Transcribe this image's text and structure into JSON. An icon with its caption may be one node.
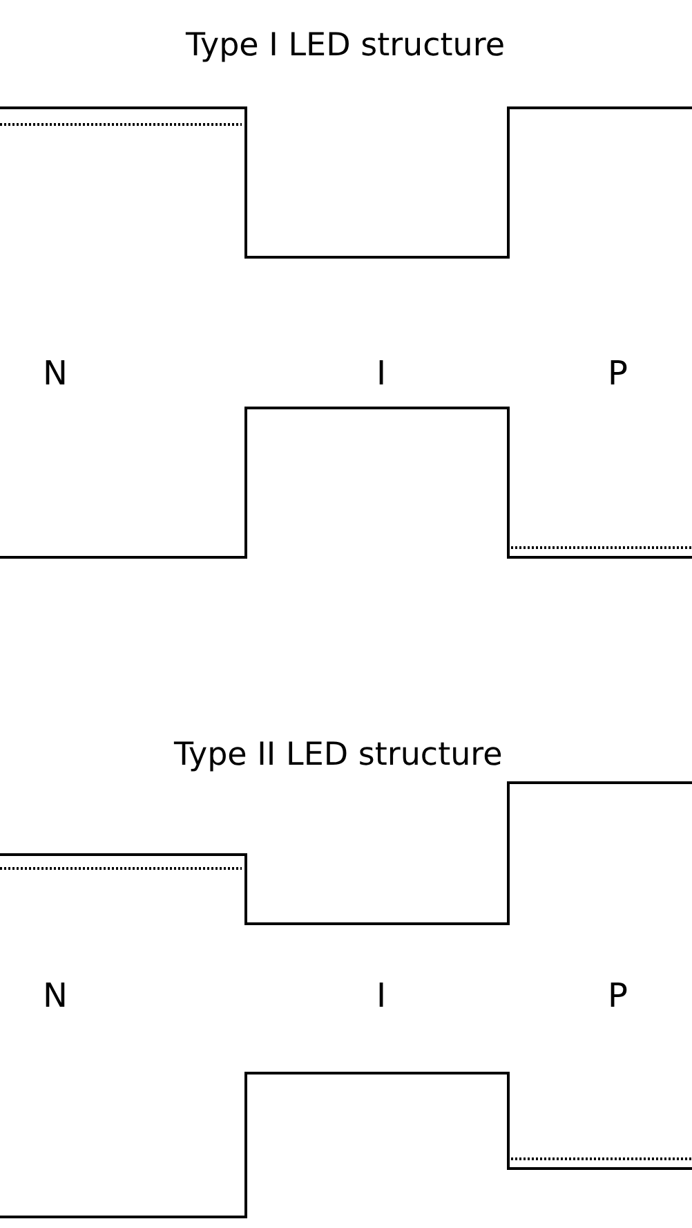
{
  "diagram": {
    "labels": [
      "Type I LED structure",
      "N",
      "I",
      "P",
      "Type II LED structure",
      "N",
      "I",
      "P"
    ]
  }
}
